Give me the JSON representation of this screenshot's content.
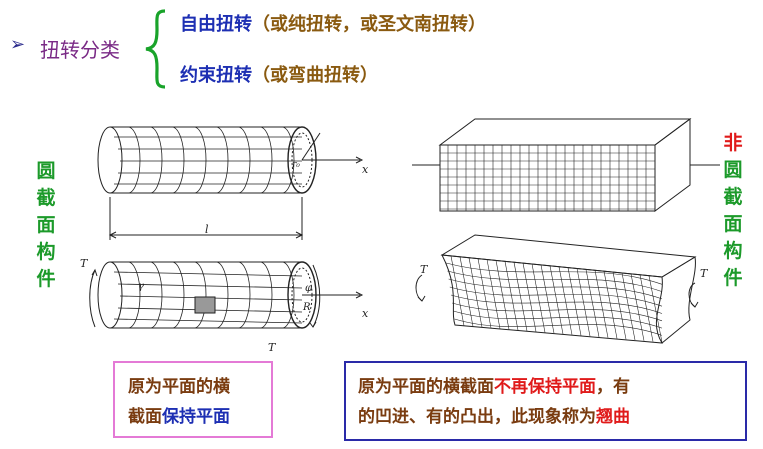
{
  "header": {
    "title": "扭转分类",
    "option1_main": "自由扭转",
    "option1_note": "（或纯扭转，或圣文南扭转）",
    "option2_main": "约束扭转",
    "option2_note": "（或弯曲扭转）"
  },
  "side_labels": {
    "left": [
      "圆",
      "截",
      "面",
      "构",
      "件"
    ],
    "right": [
      "非",
      "圆",
      "截",
      "面",
      "构",
      "件"
    ]
  },
  "figure_left": {
    "label_x_top": "x",
    "label_x_bottom": "x",
    "label_l": "l",
    "label_r0": "r₀",
    "label_T_left": "T",
    "label_T_right": "T",
    "label_gamma": "γ",
    "label_phi": "φ",
    "label_R": "R"
  },
  "figure_right": {
    "label_T_left": "T",
    "label_T_right": "T"
  },
  "notes": {
    "left_line1": "原为平面的横",
    "left_line2a": "截面",
    "left_line2b": "保持平面",
    "right_line1a": "原为平面的横截面",
    "right_line1b": "不再保持平面",
    "right_line1c": "，有",
    "right_line2a": "的凹进、有的凸出，此现象称为",
    "right_line2b": "翘曲"
  },
  "colors": {
    "option_main": "#1d2fb3",
    "option_note": "#8a5a10",
    "left_side": "#1c9a2a",
    "right_side_first": "#e01a1a",
    "box_left_border": "#e47ad6",
    "box_right_border": "#2a2aa8",
    "highlight_red": "#e01a1a",
    "highlight_blue": "#1d2fb3"
  }
}
